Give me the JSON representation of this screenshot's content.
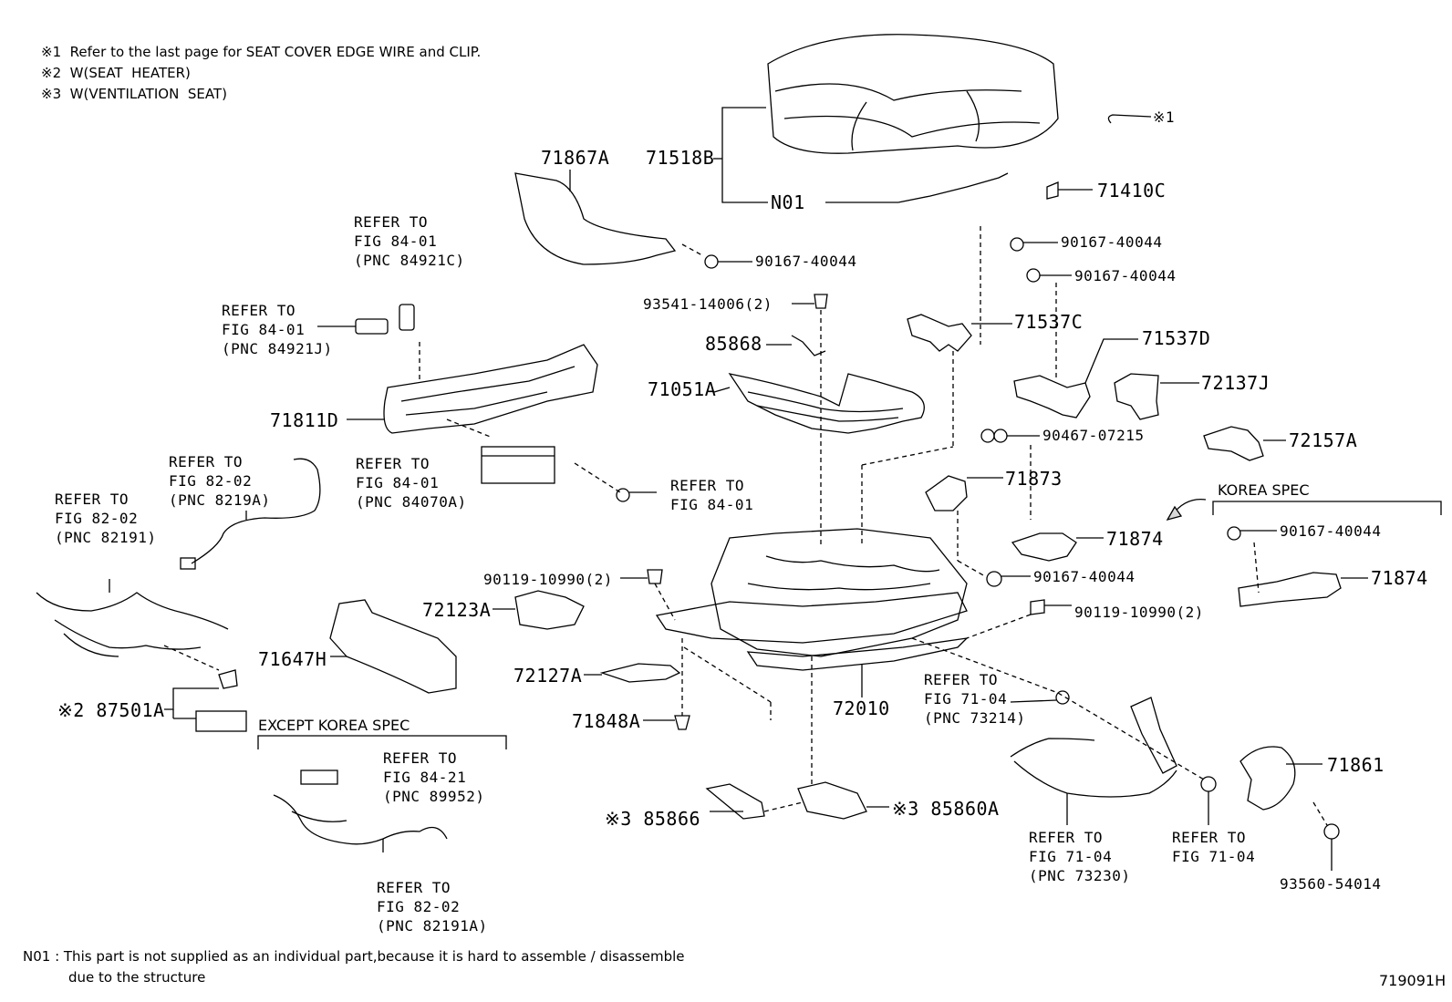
{
  "notes": {
    "n1": "※1  Refer to the last page for SEAT COVER EDGE WIRE and CLIP.",
    "n2": "※2  W(SEAT  HEATER)",
    "n3": "※3  W(VENTILATION  SEAT)"
  },
  "footnote": {
    "line1": "N01 : This part is not supplied as an individual part,because it is hard to assemble / disassemble",
    "line2": "due to the structure"
  },
  "diagram_id": "719091H",
  "specs": {
    "korea": "KOREA SPEC",
    "except_korea": "EXCEPT KOREA SPEC"
  },
  "parts": {
    "p71518B": "71518B",
    "n01": "N01",
    "x1": "※1",
    "p71410C": "71410C",
    "p71867A": "71867A",
    "p90167_a": "90167-40044",
    "p90167_b": "90167-40044",
    "p90167_c": "90167-40044",
    "p90167_d": "90167-40044",
    "p90167_e": "90167-40044",
    "p93541": "93541-14006(2)",
    "p85868": "85868",
    "p71051A": "71051A",
    "p71537C": "71537C",
    "p71537D": "71537D",
    "p72137J": "72137J",
    "p90467": "90467-07215",
    "p72157A": "72157A",
    "p71873": "71873",
    "p71874_a": "71874",
    "p71874_b": "71874",
    "p71811D": "71811D",
    "p90119_a": "90119-10990(2)",
    "p90119_b": "90119-10990(2)",
    "p72123A": "72123A",
    "p71647H": "71647H",
    "p72127A": "72127A",
    "p72010": "72010",
    "p71848A": "71848A",
    "p87501A": "※2 87501A",
    "p85866": "※3 85866",
    "p85860A": "※3 85860A",
    "p71861": "71861",
    "p93560": "93560-54014"
  },
  "refs": {
    "r_84921C": "REFER TO\nFIG 84-01\n(PNC 84921C)",
    "r_84921J": "REFER TO\nFIG 84-01\n(PNC 84921J)",
    "r_84070A": "REFER TO\nFIG 84-01\n(PNC 84070A)",
    "r_8401": "REFER TO\nFIG 84-01",
    "r_8219A": "REFER TO\nFIG 82-02\n(PNC 8219A)",
    "r_82191": "REFER TO\nFIG 82-02\n(PNC 82191)",
    "r_89952": "REFER TO\nFIG 84-21\n(PNC 89952)",
    "r_82191A": "REFER TO\nFIG 82-02\n(PNC 82191A)",
    "r_73214": "REFER TO\nFIG 71-04\n(PNC 73214)",
    "r_73230": "REFER TO\nFIG 71-04\n(PNC 73230)",
    "r_7104": "REFER TO\nFIG 71-04"
  }
}
